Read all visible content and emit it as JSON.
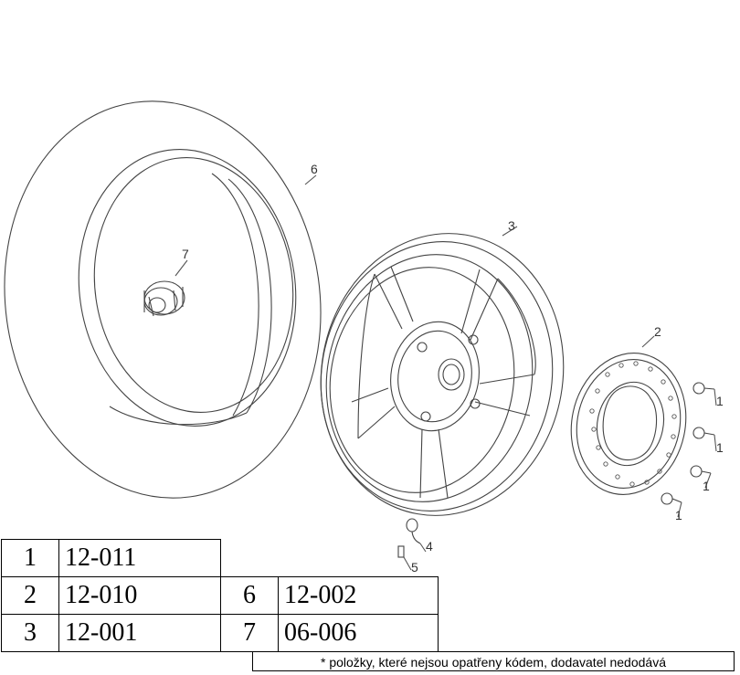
{
  "callouts": {
    "c1a": "1",
    "c1b": "1",
    "c1c": "1",
    "c1d": "1",
    "c2": "2",
    "c3": "3",
    "c4": "4",
    "c5": "5",
    "c6": "6",
    "c7": "7"
  },
  "parts_table": {
    "rows": [
      {
        "num": "1",
        "code": "12-011",
        "num2": "",
        "code2": ""
      },
      {
        "num": "2",
        "code": "12-010",
        "num2": "6",
        "code2": "12-002"
      },
      {
        "num": "3",
        "code": "12-001",
        "num2": "7",
        "code2": "06-006"
      }
    ]
  },
  "footnote": "* položky, které nejsou opatřeny kódem, dodavatel nedodává"
}
